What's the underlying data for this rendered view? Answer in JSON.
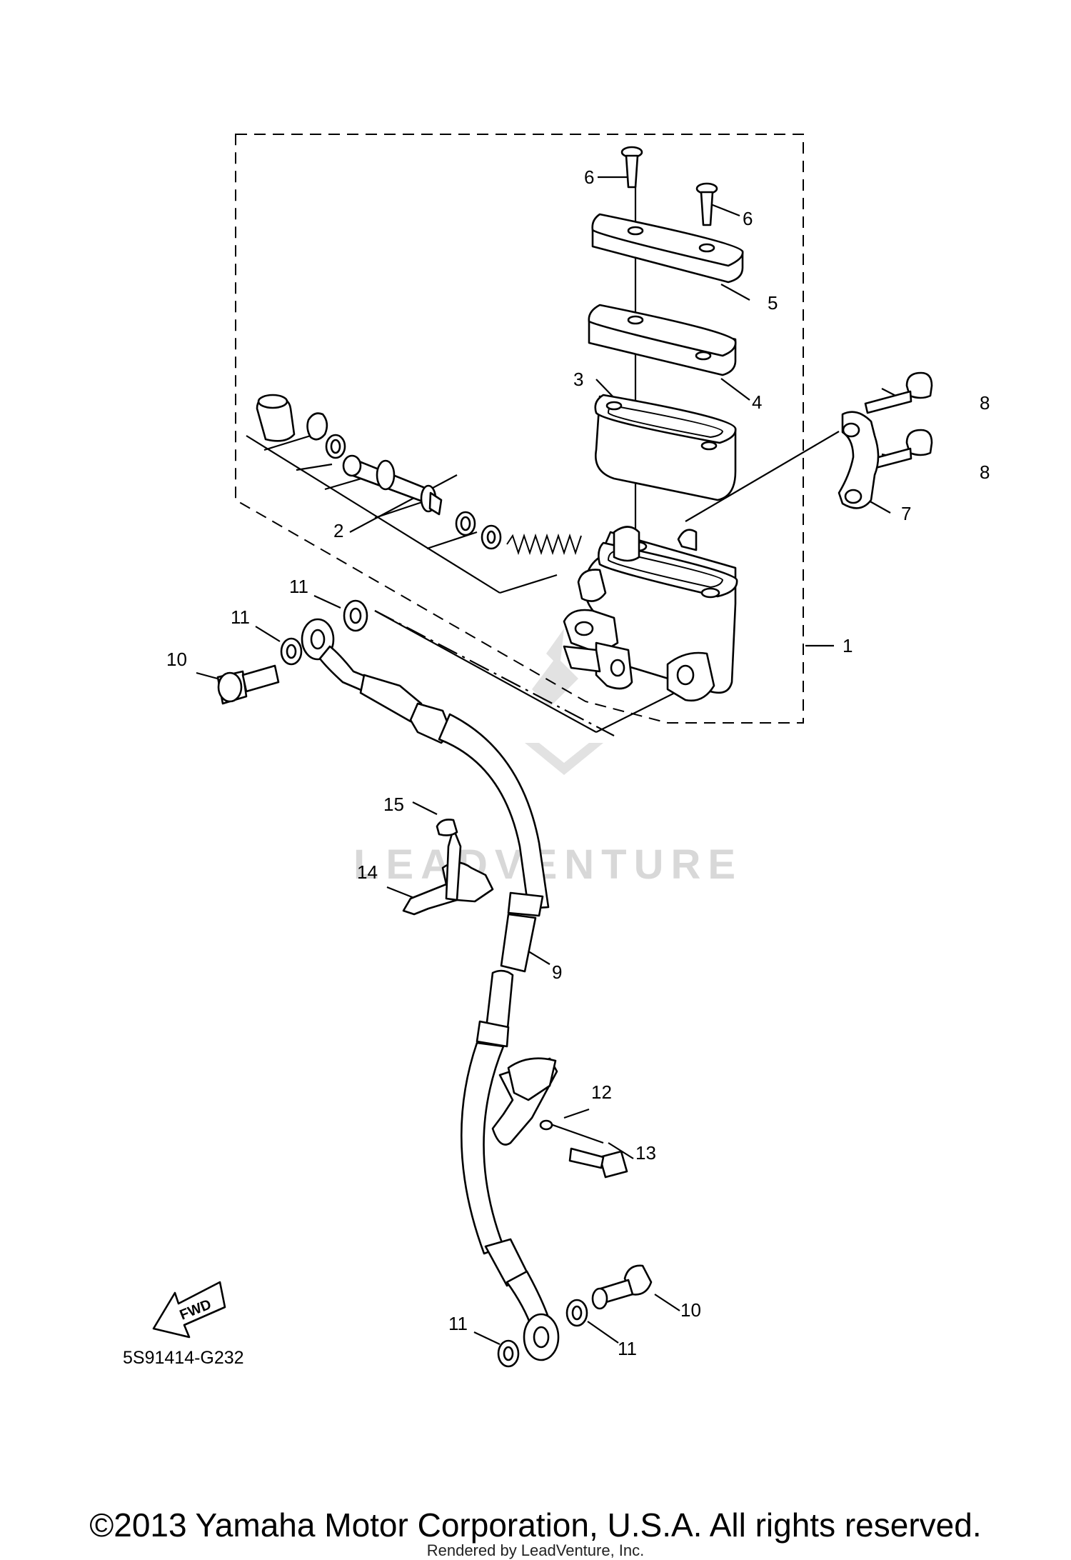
{
  "callouts": {
    "c1": "1",
    "c2": "2",
    "c3": "3",
    "c4": "4",
    "c5": "5",
    "c6a": "6",
    "c6b": "6",
    "c7": "7",
    "c8a": "8",
    "c8b": "8",
    "c9": "9",
    "c10a": "10",
    "c10b": "10",
    "c11a": "11",
    "c11b": "11",
    "c11c": "11",
    "c11d": "11",
    "c12": "12",
    "c13": "13",
    "c14": "14",
    "c15": "15"
  },
  "fwd_label": "FWD",
  "reference_code": "5S91414-G232",
  "copyright": "©2013 Yamaha Motor Corporation, U.S.A. All rights reserved.",
  "rendered_by": "Rendered by LeadVenture, Inc.",
  "watermark": "LEADVENTURE"
}
